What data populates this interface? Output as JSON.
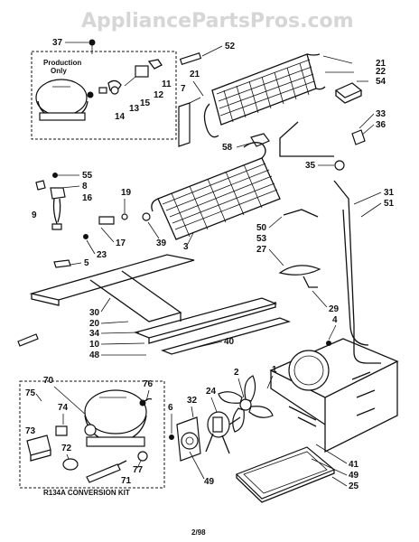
{
  "watermark": "AppliancePartsPros.com",
  "box_production": {
    "line1": "Production",
    "line2": "Only"
  },
  "kit_title": "R134A CONVERSION KIT",
  "footer": "2/98",
  "labels": {
    "37": "37",
    "52": "52",
    "21a": "21",
    "22": "22",
    "54": "54",
    "7": "7",
    "21b": "21",
    "11": "11",
    "12": "12",
    "15": "15",
    "13": "13",
    "14": "14",
    "33": "33",
    "36": "36",
    "58": "58",
    "35": "35",
    "55": "55",
    "8": "8",
    "9": "9",
    "16": "16",
    "19": "19",
    "17": "17",
    "23": "23",
    "39": "39",
    "3": "3",
    "31": "31",
    "51": "51",
    "50": "50",
    "53": "53",
    "27": "27",
    "5": "5",
    "29": "29",
    "30": "30",
    "20": "20",
    "34": "34",
    "10": "10",
    "48": "48",
    "40": "40",
    "4": "4",
    "70": "70",
    "75": "75",
    "74": "74",
    "73": "73",
    "72": "72",
    "76": "76",
    "77": "77",
    "71": "71",
    "2": "2",
    "32": "32",
    "24": "24",
    "1": "1",
    "6": "6",
    "49a": "49",
    "41": "41",
    "49b": "49",
    "25": "25"
  }
}
